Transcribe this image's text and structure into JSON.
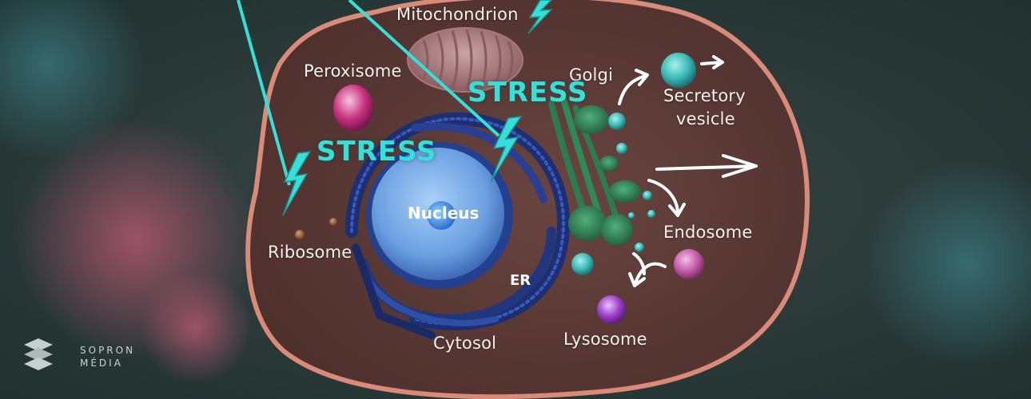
{
  "labels": {
    "mitochondrion": "Mitochondrion",
    "peroxisome": "Peroxisome",
    "golgi": "Golgi",
    "secretory_vesicle_line1": "Secretory",
    "secretory_vesicle_line2": "vesicle",
    "nucleus": "Nucleus",
    "ribosome": "Ribosome",
    "er": "ER",
    "endosome": "Endosome",
    "cytosol": "Cytosol",
    "lysosome": "Lysosome"
  },
  "stress_labels": [
    "STRESS",
    "STRESS"
  ],
  "logo": {
    "line1": "SOPRON",
    "line2": "MÉDIA"
  },
  "colors": {
    "stress": "#34e0d8",
    "cell_membrane": "#d98a78",
    "cytoplasm": "#5b3a36",
    "nucleus": "#6fa8e8",
    "golgi": "#2f8a5a",
    "vesicle": "#3bb9b5",
    "peroxisome": "#c8327f",
    "lysosome": "#9b3fc4"
  }
}
